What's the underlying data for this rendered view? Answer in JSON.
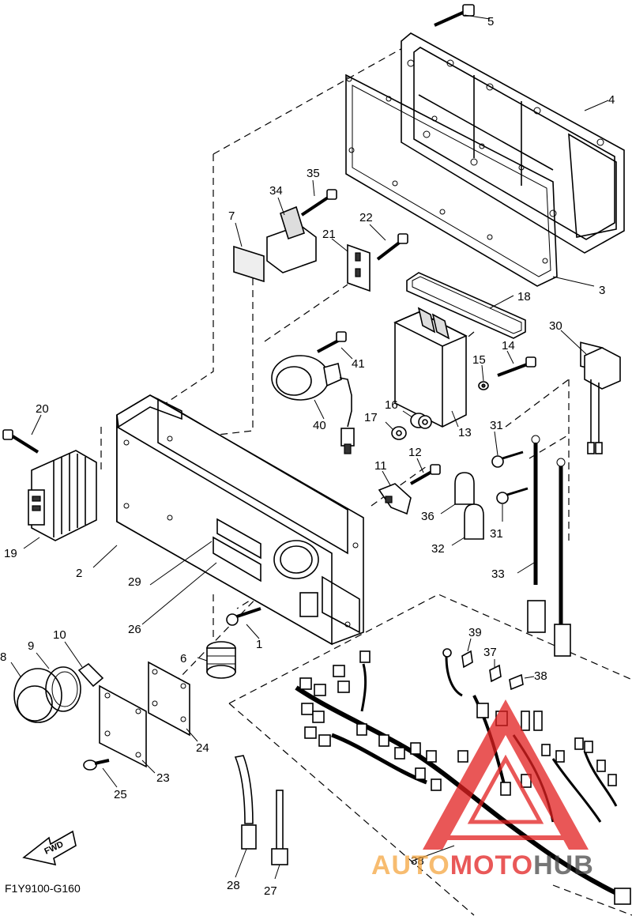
{
  "diagram": {
    "callouts": [
      "1",
      "2",
      "3",
      "4",
      "5",
      "6",
      "7",
      "8",
      "9",
      "10",
      "11",
      "12",
      "13",
      "14",
      "15",
      "16",
      "17",
      "18",
      "19",
      "20",
      "21",
      "22",
      "23",
      "24",
      "25",
      "26",
      "27",
      "28",
      "29",
      "30",
      "31",
      "31",
      "32",
      "33",
      "34",
      "35",
      "36",
      "37",
      "38",
      "38",
      "39",
      "40",
      "41"
    ],
    "figure_code": "F1Y9100-G160",
    "fwd_label": "FWD"
  },
  "watermark": {
    "part1": "AUTO",
    "part2": "MOTO",
    "part3": "HUB",
    "color_orange": "#f4a640",
    "color_red": "#e22020"
  }
}
